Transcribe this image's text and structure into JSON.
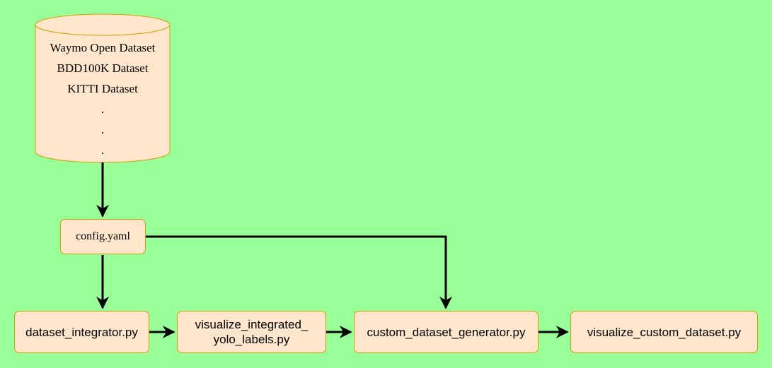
{
  "colors": {
    "background": "#99ff99",
    "node_fill": "#ffe6cc",
    "node_stroke": "#d79b00",
    "edge": "#000000"
  },
  "database": {
    "lines": [
      "Waymo Open Dataset",
      "BDD100K Dataset",
      "KITTI Dataset",
      ".",
      ".",
      "."
    ]
  },
  "nodes": {
    "config": "config.yaml",
    "integrator": "dataset_integrator.py",
    "visualize_integrated_line1": "visualize_integrated_",
    "visualize_integrated_line2": "yolo_labels.py",
    "generator": "custom_dataset_generator.py",
    "visualize_custom": "visualize_custom_dataset.py"
  },
  "edges": [
    {
      "from": "database",
      "to": "config"
    },
    {
      "from": "config",
      "to": "integrator"
    },
    {
      "from": "config",
      "to": "generator"
    },
    {
      "from": "integrator",
      "to": "visualize_integrated"
    },
    {
      "from": "visualize_integrated",
      "to": "generator"
    },
    {
      "from": "generator",
      "to": "visualize_custom"
    }
  ]
}
